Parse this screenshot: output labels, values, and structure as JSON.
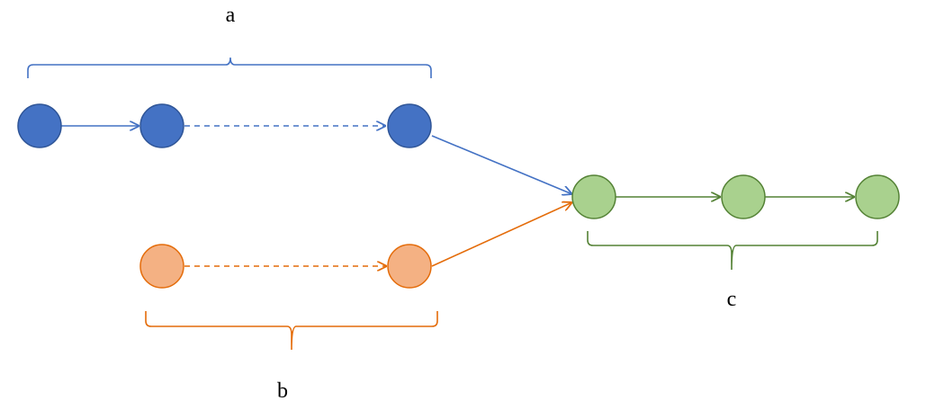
{
  "diagram": {
    "labels": {
      "a": "a",
      "b": "b",
      "c": "c"
    },
    "colors": {
      "blue_fill": "#4472C4",
      "blue_stroke": "#2F5597",
      "orange_fill": "#F4B183",
      "orange_stroke": "#E46C0A",
      "green_fill": "#A9D18E",
      "green_stroke": "#548235",
      "label": "#000000"
    },
    "groups": [
      {
        "id": "a",
        "color": "blue",
        "nodes": 3
      },
      {
        "id": "b",
        "color": "orange",
        "nodes": 2
      },
      {
        "id": "c",
        "color": "green",
        "nodes": 3
      }
    ]
  }
}
